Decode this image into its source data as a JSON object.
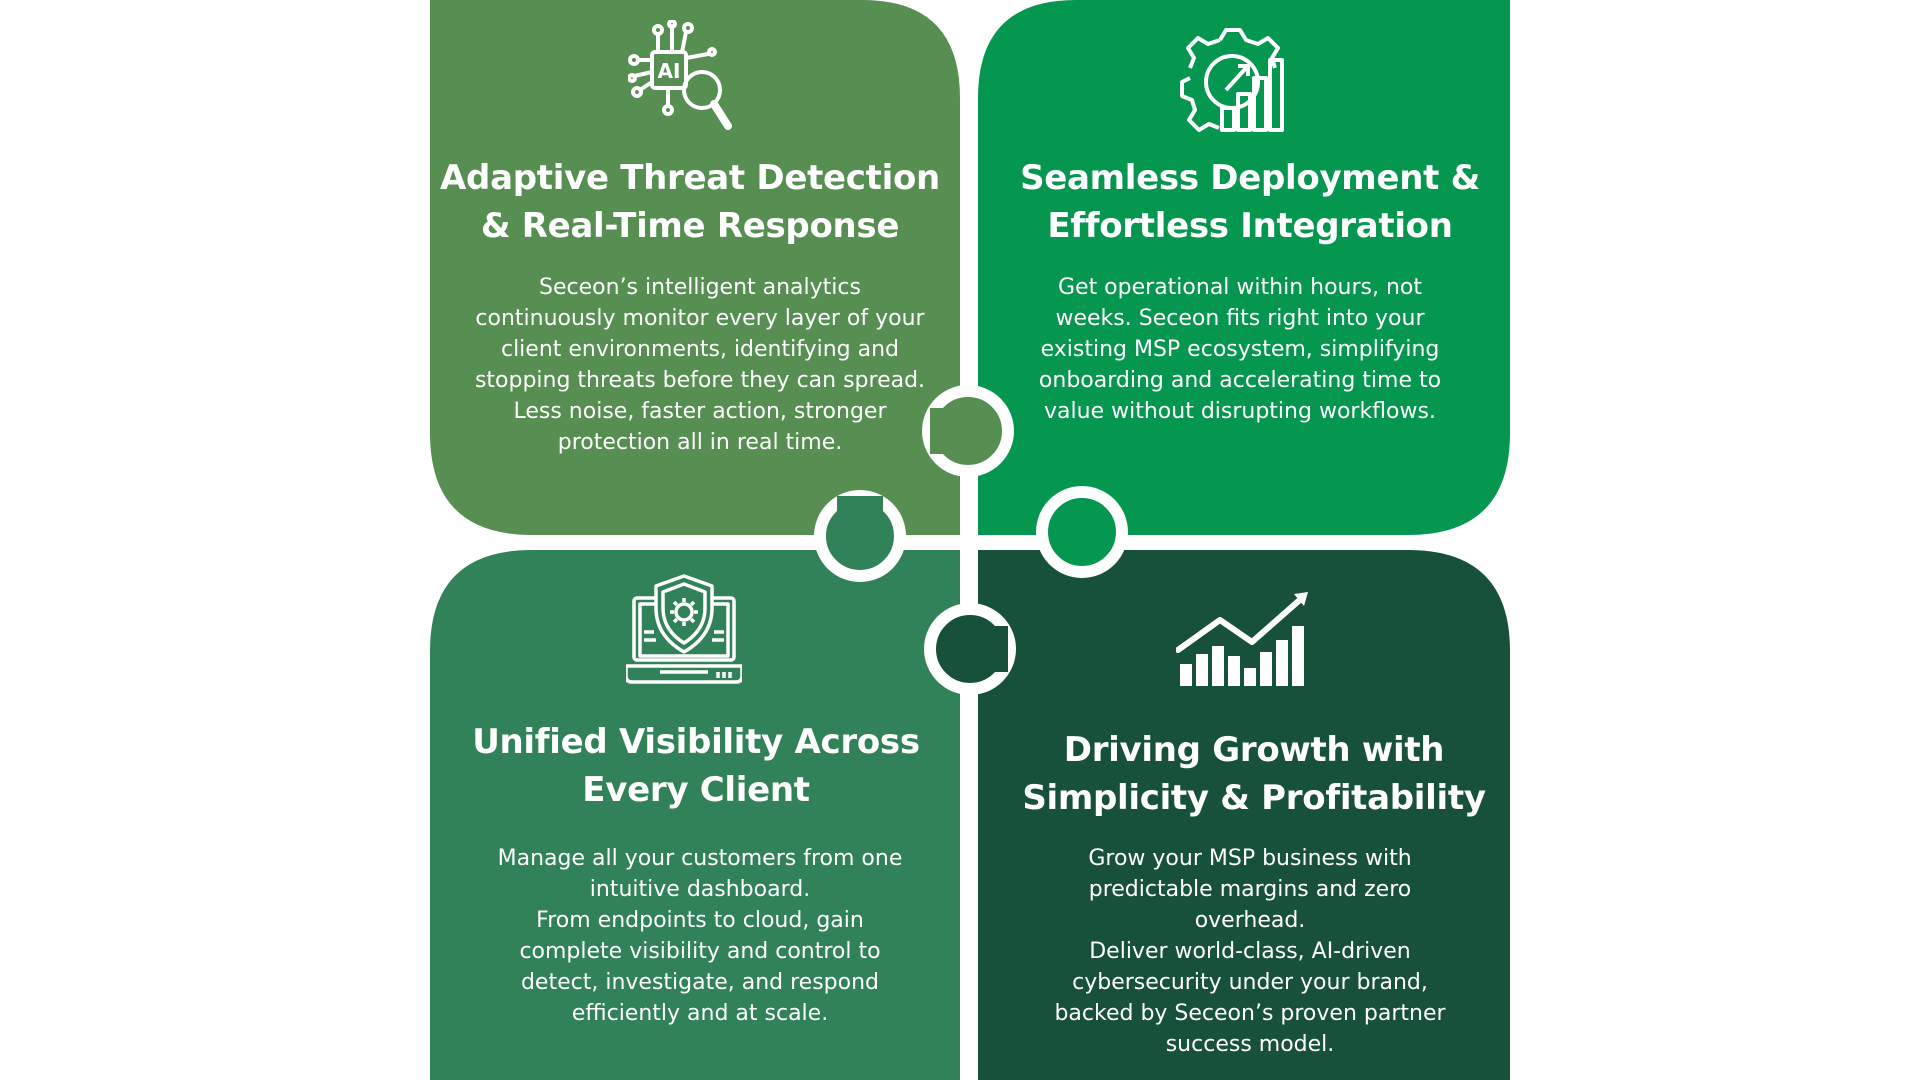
{
  "colors": {
    "q1": "#568f51",
    "q2": "#05964f",
    "q3": "#318259",
    "q4": "#18513a",
    "text": "#ffffff",
    "background": "#ffffff"
  },
  "cards": [
    {
      "icon": "ai-chip-magnifier-icon",
      "title_lines": [
        "Adaptive Threat Detection",
        "& Real-Time Response"
      ],
      "body_lines": [
        "Seceon’s intelligent analytics",
        "continuously monitor every layer of your",
        "client environments, identifying and",
        "stopping threats before they can spread.",
        "Less noise, faster action, stronger",
        "protection all in real time."
      ]
    },
    {
      "icon": "gear-bar-chart-icon",
      "title_lines": [
        "Seamless Deployment &",
        "Effortless Integration"
      ],
      "body_lines": [
        "Get operational within hours, not",
        "weeks. Seceon fits right into your",
        "existing MSP ecosystem, simplifying",
        "onboarding and accelerating time to",
        "value without disrupting workflows."
      ]
    },
    {
      "icon": "laptop-shield-icon",
      "title_lines": [
        "Unified Visibility Across",
        "Every Client"
      ],
      "body_lines": [
        "Manage all your customers from one",
        "intuitive dashboard.",
        "From endpoints to cloud, gain",
        "complete visibility and control to",
        "detect, investigate, and respond",
        "efficiently and at scale."
      ]
    },
    {
      "icon": "growth-chart-icon",
      "title_lines": [
        "Driving Growth with",
        "Simplicity & Profitability"
      ],
      "body_lines": [
        "Grow your MSP business with",
        "predictable margins and zero",
        "overhead.",
        "Deliver world-class, AI-driven",
        "cybersecurity under your brand,",
        "backed by Seceon’s proven partner",
        "success model."
      ]
    }
  ]
}
